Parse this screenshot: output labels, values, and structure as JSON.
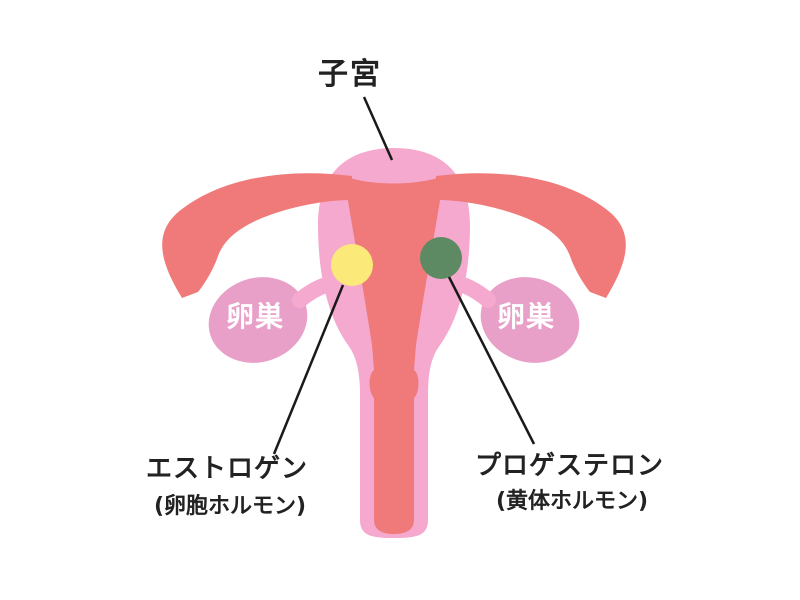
{
  "diagram": {
    "uterus_label": "子宮",
    "ovary_left_label": "卵巣",
    "ovary_right_label": "卵巣",
    "estrogen": {
      "name": "エストロゲン",
      "description": "(卵胞ホルモン)"
    },
    "progesterone": {
      "name": "プロゲステロン",
      "description": "(黄体ホルモン)"
    }
  },
  "colors": {
    "uterus_outer": "#f5a9cf",
    "uterus_inner": "#ef7a79",
    "fallopian_tube": "#ef7a79",
    "ovary": "#e8a0c8",
    "estrogen_dot": "#fbe97a",
    "progesterone_dot": "#5e8a63",
    "leader_line": "#1a1a1a"
  }
}
